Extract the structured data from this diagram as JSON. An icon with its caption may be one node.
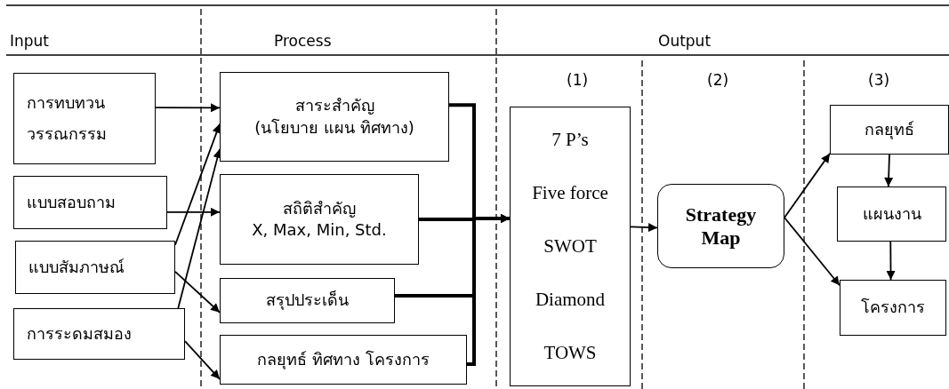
{
  "diagram": {
    "nodes": [
      {
        "text": [
          "การทบทวน วรรณกรรม"
        ]
      },
      {
        "text": [
          "แบบสอบถาม"
        ]
      },
      {
        "text": [
          "แบบสัมภาษณ์"
        ]
      },
      {
        "text": [
          "การระดมสมอง"
        ]
      },
      {
        "text": [
          "สาระสำคัญ",
          "(นโยบาย แผน ทิศทาง)"
        ]
      },
      {
        "text": [
          "สถิติสำคัญ",
          "X, Max, Min, Std."
        ]
      },
      {
        "text": [
          "สรุปประเด็น"
        ]
      },
      {
        "text": [
          "กลยุทธ์ ทิศทาง  โครงการ"
        ]
      },
      {
        "text": [
          "7 P’s",
          "Five force",
          "SWOT",
          "Diamond",
          "TOWS"
        ]
      },
      {
        "text": [
          "Strategy Map"
        ]
      },
      {
        "text": [
          "กลยุทธ์"
        ]
      },
      {
        "text": [
          "แผนงาน"
        ]
      },
      {
        "text": [
          "โครงการ"
        ]
      }
    ],
    "edges": [
      {
        "from": 0,
        "to": 4,
        "arrow": "to"
      },
      {
        "from": 1,
        "to": 5,
        "arrow": "to"
      },
      {
        "from": 2,
        "to": 4,
        "arrow": "to"
      },
      {
        "from": 3,
        "to": 4,
        "arrow": "to"
      },
      {
        "from": 2,
        "to": 6,
        "arrow": "to"
      },
      {
        "from": 3,
        "to": 7,
        "arrow": "to"
      },
      {
        "from": 4,
        "to": 8,
        "arrow": "to",
        "style": "thick"
      },
      {
        "from": 5,
        "to": 8,
        "arrow": "to",
        "style": "thick"
      },
      {
        "from": 6,
        "to": 8,
        "arrow": "to",
        "style": "thick"
      },
      {
        "from": 7,
        "to": 8,
        "arrow": "to",
        "style": "thick"
      },
      {
        "from": 8,
        "to": 9,
        "arrow": "to"
      },
      {
        "from": 9,
        "to": 10,
        "arrow": "to"
      },
      {
        "from": 9,
        "to": 12,
        "arrow": "to"
      },
      {
        "from": 10,
        "to": 11,
        "arrow": "to"
      },
      {
        "from": 11,
        "to": 12,
        "arrow": "to"
      }
    ],
    "labels": [
      "Input",
      "Process",
      "Output",
      "(1)",
      "(2)",
      "(3)"
    ]
  }
}
